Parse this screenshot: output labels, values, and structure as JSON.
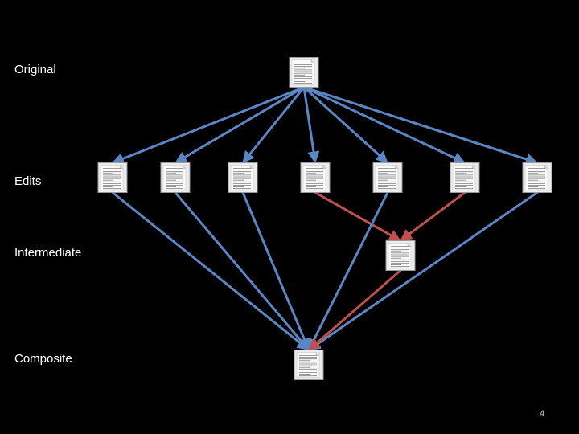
{
  "rows": {
    "original": "Original",
    "edits": "Edits",
    "intermediate": "Intermediate",
    "composite": "Composite"
  },
  "colors": {
    "background": "#000000",
    "label_text": "#ffffff",
    "edge_blue": "#5b86c5",
    "edge_red": "#bf504d"
  },
  "nodes": [
    {
      "id": "original",
      "row": "original"
    },
    {
      "id": "edit-1",
      "row": "edits"
    },
    {
      "id": "edit-2",
      "row": "edits"
    },
    {
      "id": "edit-3",
      "row": "edits"
    },
    {
      "id": "edit-4",
      "row": "edits"
    },
    {
      "id": "edit-5",
      "row": "edits"
    },
    {
      "id": "edit-6",
      "row": "edits"
    },
    {
      "id": "edit-7",
      "row": "edits"
    },
    {
      "id": "intermediate",
      "row": "intermediate"
    },
    {
      "id": "composite",
      "row": "composite"
    }
  ],
  "edges": [
    {
      "from": "original",
      "to": "edit-1",
      "color": "blue"
    },
    {
      "from": "original",
      "to": "edit-2",
      "color": "blue"
    },
    {
      "from": "original",
      "to": "edit-3",
      "color": "blue"
    },
    {
      "from": "original",
      "to": "edit-4",
      "color": "blue"
    },
    {
      "from": "original",
      "to": "edit-5",
      "color": "blue"
    },
    {
      "from": "original",
      "to": "edit-6",
      "color": "blue"
    },
    {
      "from": "original",
      "to": "edit-7",
      "color": "blue"
    },
    {
      "from": "edit-4",
      "to": "intermediate",
      "color": "red"
    },
    {
      "from": "edit-6",
      "to": "intermediate",
      "color": "red"
    },
    {
      "from": "edit-1",
      "to": "composite",
      "color": "blue"
    },
    {
      "from": "edit-2",
      "to": "composite",
      "color": "blue"
    },
    {
      "from": "edit-3",
      "to": "composite",
      "color": "blue"
    },
    {
      "from": "edit-5",
      "to": "composite",
      "color": "blue"
    },
    {
      "from": "edit-7",
      "to": "composite",
      "color": "blue"
    },
    {
      "from": "intermediate",
      "to": "composite",
      "color": "red"
    }
  ],
  "icon": "document-icon",
  "page_number": "4"
}
